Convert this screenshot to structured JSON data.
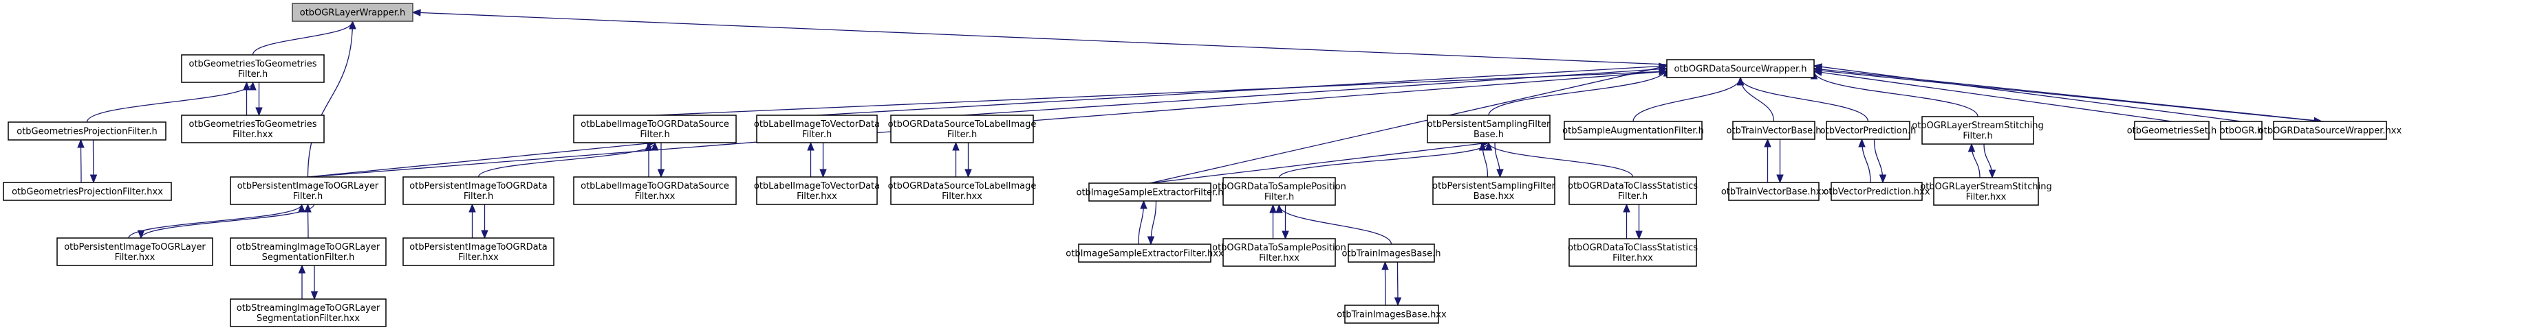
{
  "diagram": {
    "type": "include-dependency-graph",
    "root": "otbOGRLayerWrapper.h",
    "colors": {
      "edge": "#191970",
      "root_fill": "#bfbfbf",
      "node_fill": "#ffffff",
      "node_border": "#000000"
    },
    "nodes": [
      {
        "id": "n0",
        "lines": [
          "otbOGRLayerWrapper.h"
        ],
        "root": true
      },
      {
        "id": "n1",
        "lines": [
          "otbGeometriesToGeometries",
          "Filter.h"
        ]
      },
      {
        "id": "n2",
        "lines": [
          "otbOGRDataSourceWrapper.h"
        ]
      },
      {
        "id": "n3",
        "lines": [
          "otbGeometriesProjectionFilter.h"
        ]
      },
      {
        "id": "n4",
        "lines": [
          "otbGeometriesToGeometries",
          "Filter.hxx"
        ]
      },
      {
        "id": "n5",
        "lines": [
          "otbGeometriesProjectionFilter.hxx"
        ]
      },
      {
        "id": "n6",
        "lines": [
          "otbPersistentImageToOGRLayer",
          "Filter.h"
        ]
      },
      {
        "id": "n7",
        "lines": [
          "otbPersistentImageToOGRLayer",
          "Filter.hxx"
        ]
      },
      {
        "id": "n8",
        "lines": [
          "otbStreamingImageToOGRLayer",
          "SegmentationFilter.h"
        ]
      },
      {
        "id": "n9",
        "lines": [
          "otbStreamingImageToOGRLayer",
          "SegmentationFilter.hxx"
        ]
      },
      {
        "id": "n10",
        "lines": [
          "otbLabelImageToOGRDataSource",
          "Filter.h"
        ]
      },
      {
        "id": "n11",
        "lines": [
          "otbPersistentImageToOGRData",
          "Filter.h"
        ]
      },
      {
        "id": "n12",
        "lines": [
          "otbLabelImageToOGRDataSource",
          "Filter.hxx"
        ]
      },
      {
        "id": "n13",
        "lines": [
          "otbPersistentImageToOGRData",
          "Filter.hxx"
        ]
      },
      {
        "id": "n14",
        "lines": [
          "otbLabelImageToVectorData",
          "Filter.h"
        ]
      },
      {
        "id": "n15",
        "lines": [
          "otbLabelImageToVectorData",
          "Filter.hxx"
        ]
      },
      {
        "id": "n16",
        "lines": [
          "otbOGRDataSourceToLabelImage",
          "Filter.h"
        ]
      },
      {
        "id": "n17",
        "lines": [
          "otbOGRDataSourceToLabelImage",
          "Filter.hxx"
        ]
      },
      {
        "id": "n18",
        "lines": [
          "otbImageSampleExtractorFilter.h"
        ]
      },
      {
        "id": "n19",
        "lines": [
          "otbImageSampleExtractorFilter.hxx"
        ]
      },
      {
        "id": "n20",
        "lines": [
          "otbPersistentSamplingFilter",
          "Base.h"
        ]
      },
      {
        "id": "n21",
        "lines": [
          "otbOGRDataToSamplePosition",
          "Filter.h"
        ]
      },
      {
        "id": "n22",
        "lines": [
          "otbOGRDataToSamplePosition",
          "Filter.hxx"
        ]
      },
      {
        "id": "n23",
        "lines": [
          "otbTrainImagesBase.h"
        ]
      },
      {
        "id": "n24",
        "lines": [
          "otbTrainImagesBase.hxx"
        ]
      },
      {
        "id": "n25",
        "lines": [
          "otbPersistentSamplingFilter",
          "Base.hxx"
        ]
      },
      {
        "id": "n26",
        "lines": [
          "otbOGRDataToClassStatistics",
          "Filter.h"
        ]
      },
      {
        "id": "n27",
        "lines": [
          "otbOGRDataToClassStatistics",
          "Filter.hxx"
        ]
      },
      {
        "id": "n28",
        "lines": [
          "otbSampleAugmentationFilter.h"
        ]
      },
      {
        "id": "n29",
        "lines": [
          "otbTrainVectorBase.h"
        ]
      },
      {
        "id": "n30",
        "lines": [
          "otbTrainVectorBase.hxx"
        ]
      },
      {
        "id": "n31",
        "lines": [
          "otbVectorPrediction.h"
        ]
      },
      {
        "id": "n32",
        "lines": [
          "otbVectorPrediction.hxx"
        ]
      },
      {
        "id": "n33",
        "lines": [
          "otbOGRLayerStreamStitching",
          "Filter.h"
        ]
      },
      {
        "id": "n34",
        "lines": [
          "otbOGRLayerStreamStitching",
          "Filter.hxx"
        ]
      },
      {
        "id": "n35",
        "lines": [
          "otbGeometriesSet.h"
        ]
      },
      {
        "id": "n36",
        "lines": [
          "otbOGR.h"
        ]
      },
      {
        "id": "n37",
        "lines": [
          "otbOGRDataSourceWrapper.hxx"
        ]
      }
    ],
    "edges": [
      {
        "from": "n1",
        "to": "n0"
      },
      {
        "from": "n6",
        "to": "n0"
      },
      {
        "from": "n2",
        "to": "n0"
      },
      {
        "from": "n3",
        "to": "n1"
      },
      {
        "from": "n4",
        "to": "n1"
      },
      {
        "from": "n1",
        "to": "n4"
      },
      {
        "from": "n5",
        "to": "n3"
      },
      {
        "from": "n3",
        "to": "n5"
      },
      {
        "from": "n7",
        "to": "n6"
      },
      {
        "from": "n6",
        "to": "n7"
      },
      {
        "from": "n8",
        "to": "n6"
      },
      {
        "from": "n9",
        "to": "n8"
      },
      {
        "from": "n8",
        "to": "n9"
      },
      {
        "from": "n6",
        "to": "n10"
      },
      {
        "from": "n11",
        "to": "n10"
      },
      {
        "from": "n12",
        "to": "n10"
      },
      {
        "from": "n10",
        "to": "n12"
      },
      {
        "from": "n13",
        "to": "n11"
      },
      {
        "from": "n11",
        "to": "n13"
      },
      {
        "from": "n15",
        "to": "n14"
      },
      {
        "from": "n14",
        "to": "n15"
      },
      {
        "from": "n17",
        "to": "n16"
      },
      {
        "from": "n16",
        "to": "n17"
      },
      {
        "from": "n10",
        "to": "n2"
      },
      {
        "from": "n14",
        "to": "n2"
      },
      {
        "from": "n16",
        "to": "n2"
      },
      {
        "from": "n6",
        "to": "n2"
      },
      {
        "from": "n18",
        "to": "n2"
      },
      {
        "from": "n18",
        "to": "n20"
      },
      {
        "from": "n19",
        "to": "n18"
      },
      {
        "from": "n18",
        "to": "n19"
      },
      {
        "from": "n20",
        "to": "n2"
      },
      {
        "from": "n21",
        "to": "n20"
      },
      {
        "from": "n22",
        "to": "n21"
      },
      {
        "from": "n21",
        "to": "n22"
      },
      {
        "from": "n23",
        "to": "n21"
      },
      {
        "from": "n24",
        "to": "n23"
      },
      {
        "from": "n23",
        "to": "n24"
      },
      {
        "from": "n25",
        "to": "n20"
      },
      {
        "from": "n20",
        "to": "n25"
      },
      {
        "from": "n26",
        "to": "n20"
      },
      {
        "from": "n27",
        "to": "n26"
      },
      {
        "from": "n26",
        "to": "n27"
      },
      {
        "from": "n28",
        "to": "n2"
      },
      {
        "from": "n29",
        "to": "n2"
      },
      {
        "from": "n30",
        "to": "n29"
      },
      {
        "from": "n29",
        "to": "n30"
      },
      {
        "from": "n31",
        "to": "n2"
      },
      {
        "from": "n32",
        "to": "n31"
      },
      {
        "from": "n31",
        "to": "n32"
      },
      {
        "from": "n33",
        "to": "n2"
      },
      {
        "from": "n34",
        "to": "n33"
      },
      {
        "from": "n33",
        "to": "n34"
      },
      {
        "from": "n35",
        "to": "n2"
      },
      {
        "from": "n36",
        "to": "n2"
      },
      {
        "from": "n37",
        "to": "n2"
      },
      {
        "from": "n2",
        "to": "n37"
      }
    ]
  }
}
